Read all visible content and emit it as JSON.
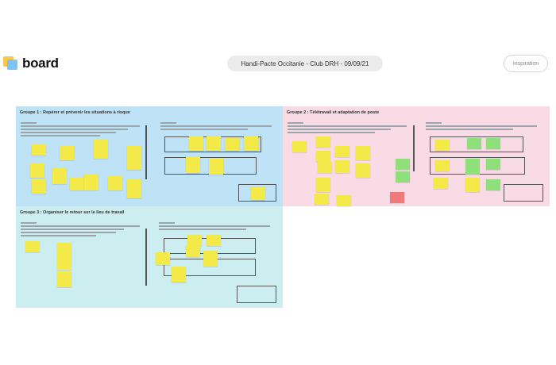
{
  "app": {
    "logo_text": "board"
  },
  "header": {
    "board_title": "Handi-Pacte Occitanie - Club DRH - 09/09/21",
    "inspiration_label": "Inspiration"
  },
  "groups": [
    {
      "title": "Groupe 1 : Repérer et prévenir les situations à risque"
    },
    {
      "title": "Groupe 2 : Télétravail et adaptation de poste"
    },
    {
      "title": "Groupe 3 : Organiser le retour sur le lieu de travail"
    }
  ],
  "colors": {
    "group1_bg": "#bfe3f6",
    "group2_bg": "#f9dbe5",
    "group3_bg": "#cdeef0",
    "sticky_yellow": "#f3ea4a",
    "sticky_green": "#8fe07a",
    "sticky_red": "#f07a7a"
  }
}
